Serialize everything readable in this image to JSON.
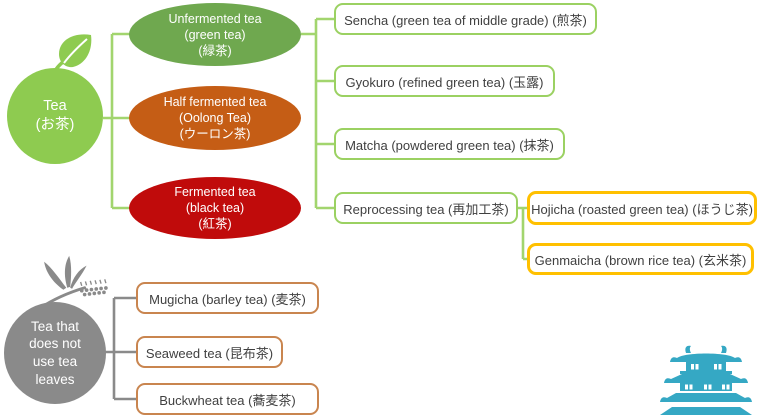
{
  "colors": {
    "root_green": "#8ecb50",
    "branch_green": "#6fa84f",
    "branch_orange": "#c55d15",
    "branch_red": "#c00b0b",
    "line_green": "#a2d56e",
    "border_green": "#9bd162",
    "border_yellow": "#ffc000",
    "border_tan": "#c9854f",
    "node_gray": "#8a8a8a",
    "castle_teal": "#35a8c4",
    "text_dark": "#404040"
  },
  "tea_tree": {
    "root": {
      "line1": "Tea",
      "line2": "(お茶)"
    },
    "branches": [
      {
        "line1": "Unfermented tea",
        "line2": "(green tea)",
        "line3": "(緑茶)"
      },
      {
        "line1": "Half fermented tea",
        "line2": "(Oolong Tea)",
        "line3": "(ウーロン茶)"
      },
      {
        "line1": "Fermented tea",
        "line2": "(black tea)",
        "line3": "(紅茶)"
      }
    ],
    "green_teas": [
      {
        "label": "Sencha (green tea of middle grade) (煎茶)"
      },
      {
        "label": "Gyokuro (refined green tea) (玉露)"
      },
      {
        "label": "Matcha (powdered green tea) (抹茶)"
      },
      {
        "label": "Reprocessing tea (再加工茶)"
      }
    ],
    "reprocessed_teas": [
      {
        "label": "Hojicha (roasted green tea) (ほうじ茶)"
      },
      {
        "label": "Genmaicha (brown rice tea) (玄米茶)"
      }
    ]
  },
  "non_leaf_tree": {
    "root": {
      "line1": "Tea that",
      "line2": "does not",
      "line3": "use tea",
      "line4": "leaves"
    },
    "children": [
      {
        "label": "Mugicha (barley tea) (麦茶)"
      },
      {
        "label": "Seaweed tea (昆布茶)"
      },
      {
        "label": "Buckwheat tea (蕎麦茶)"
      }
    ]
  },
  "icons": {
    "leaf": "tea-leaf",
    "wheat": "wheat-sprig",
    "castle": "japanese-castle"
  }
}
